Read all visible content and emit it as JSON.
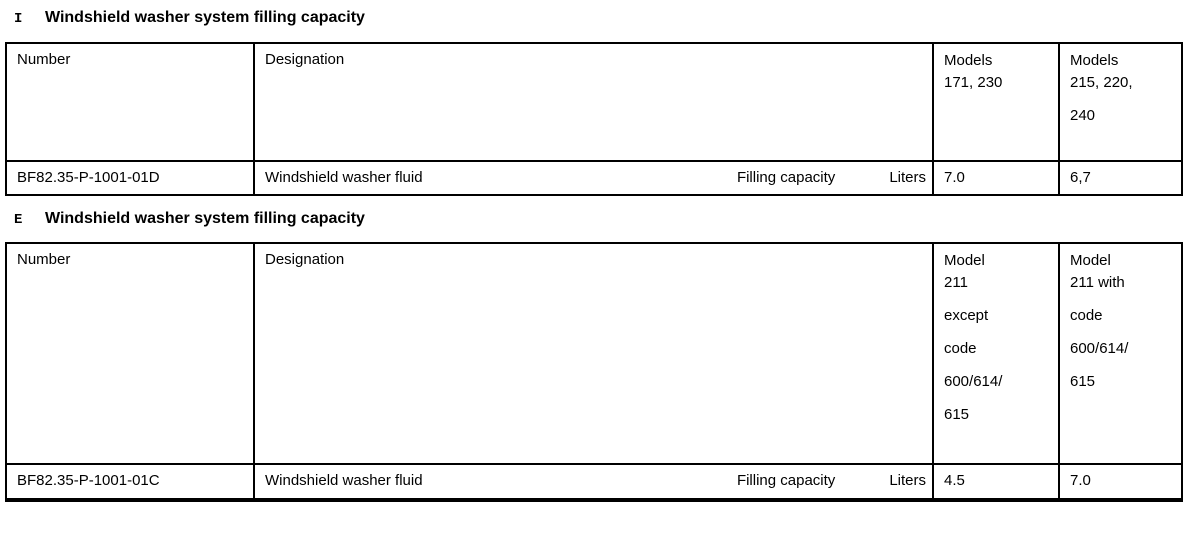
{
  "page": {
    "background_color": "#ffffff",
    "text_color": "#000000",
    "border_color": "#000000"
  },
  "sections": [
    {
      "heading": {
        "letter": "I",
        "title": "Windshield washer system filling capacity"
      },
      "table": {
        "headers": {
          "number": "Number",
          "designation": "Designation",
          "model_col_a_top": "Models\n171, 230",
          "model_col_a_rest": "",
          "model_col_b_top": "Models\n215, 220,",
          "model_col_b_rest": "240"
        },
        "row": {
          "number": "BF82.35-P-1001-01D",
          "designation": "Windshield washer fluid",
          "attribute": "Filling capacity",
          "unit": "Liters",
          "value_a": "7.0",
          "value_b": "6,7"
        }
      }
    },
    {
      "heading": {
        "letter": "E",
        "title": "Windshield washer system filling capacity"
      },
      "table": {
        "headers": {
          "number": "Number",
          "designation": "Designation",
          "model_col_a_top": "Model\n211",
          "model_col_a_rest": "except\ncode\n600/614/\n615",
          "model_col_b_top": "Model\n211 with",
          "model_col_b_rest": "code\n600/614/\n615"
        },
        "row": {
          "number": "BF82.35-P-1001-01C",
          "designation": "Windshield washer fluid",
          "attribute": "Filling capacity",
          "unit": "Liters",
          "value_a": "4.5",
          "value_b": "7.0"
        }
      }
    }
  ]
}
